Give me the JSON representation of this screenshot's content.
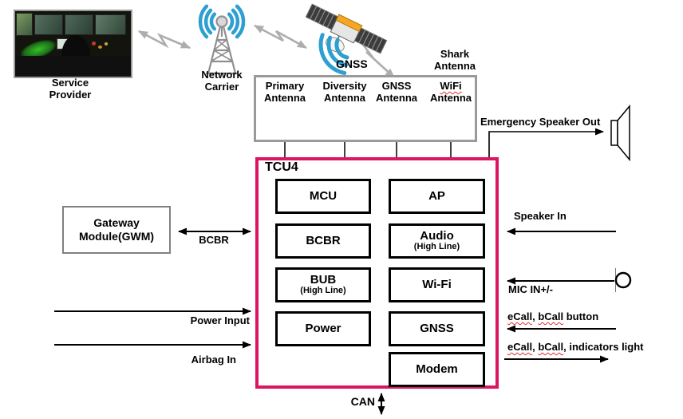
{
  "colors": {
    "tcu_border": "#DC1563",
    "module_border": "#000000",
    "gray_box_border": "#9A9A9A",
    "signal_blue": "#2D9FD1",
    "zigzag_gray": "#ADADAD",
    "squiggle_red": "#E03030"
  },
  "service_provider": {
    "label": "Service Provider"
  },
  "network_carrier": {
    "label": "Network Carrier"
  },
  "gnss_sat": {
    "label": "GNSS"
  },
  "shark_antenna": {
    "label": "Shark Antenna"
  },
  "antenna_box": {
    "items": [
      {
        "line1": "Primary",
        "line2": "Antenna"
      },
      {
        "line1": "Diversity",
        "line2": "Antenna"
      },
      {
        "line1": "GNSS",
        "line2": "Antenna"
      },
      {
        "line1": "WiFi",
        "line2": "Antenna"
      }
    ]
  },
  "tcu": {
    "title": "TCU4",
    "modules": {
      "mcu": {
        "name": "MCU"
      },
      "ap": {
        "name": "AP"
      },
      "bcbr": {
        "name": "BCBR"
      },
      "audio": {
        "name": "Audio",
        "sub": "(High Line)"
      },
      "bub": {
        "name": "BUB",
        "sub": "(High Line)"
      },
      "wifi": {
        "name": "Wi-Fi"
      },
      "power": {
        "name": "Power"
      },
      "gnss": {
        "name": "GNSS"
      },
      "modem": {
        "name": "Modem"
      }
    }
  },
  "gateway": {
    "label": "Gateway Module(GWM)"
  },
  "connections": {
    "bcbr": "BCBR",
    "power_input": "Power Input",
    "airbag": "Airbag In",
    "emergency_speaker": "Emergency Speaker Out",
    "speaker_in": "Speaker In",
    "mic": "MIC IN+/-",
    "can": "CAN",
    "ecall_button": {
      "w1": "eCall",
      "sep": ", ",
      "w2": "bCall",
      "rest": " button"
    },
    "ecall_indicators": {
      "w1": "eCall",
      "sep": ", ",
      "w2": "bCall",
      "rest": ", indicators light"
    }
  }
}
